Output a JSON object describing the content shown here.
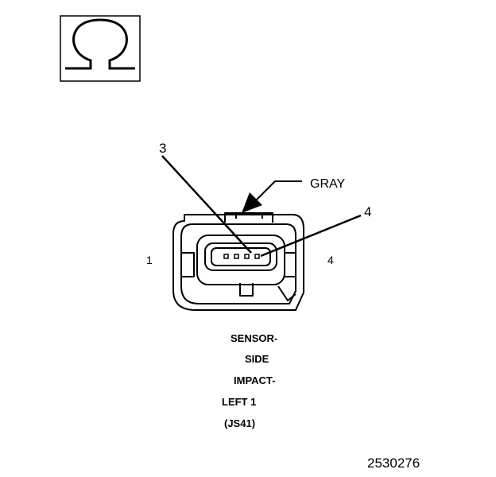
{
  "symbol": {
    "icon": "ohm-icon",
    "glyph": "Ω"
  },
  "connector": {
    "color_label": "GRAY",
    "pin_callout_left": "3",
    "pin_callout_right": "4",
    "side_label_left": "1",
    "side_label_right": "4"
  },
  "caption": {
    "line1": "SENSOR-",
    "line2": "SIDE",
    "line3": "IMPACT-",
    "line4": "LEFT 1",
    "line5": "(JS41)"
  },
  "figure_id": "2530276",
  "colors": {
    "ink": "#000000",
    "background": "#ffffff"
  }
}
